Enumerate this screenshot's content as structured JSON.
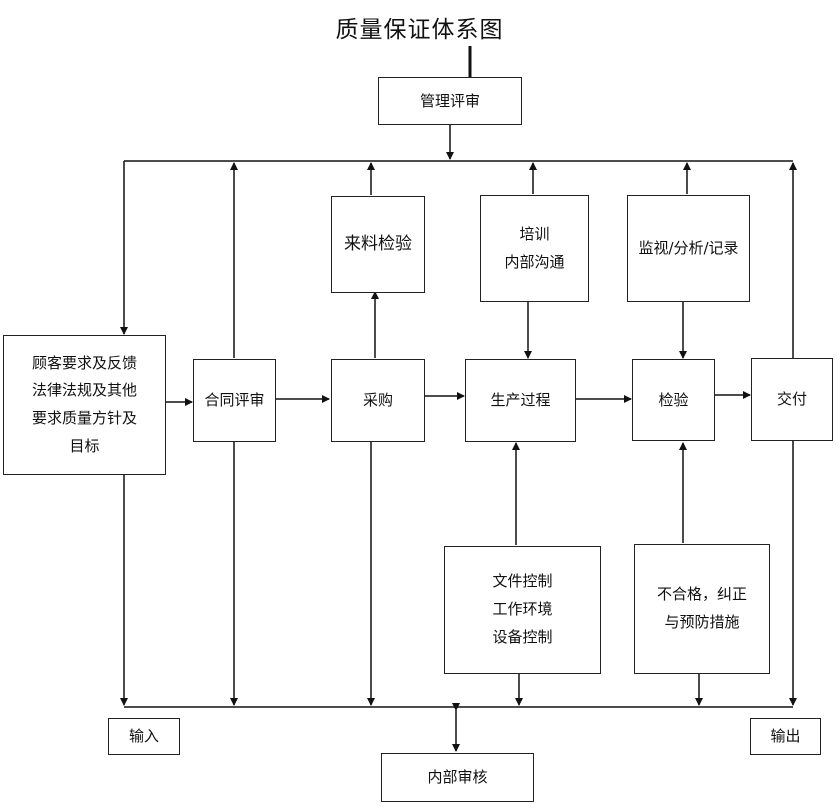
{
  "title": "质量保证体系图",
  "nodes": {
    "management_review": "管理评审",
    "customer_requirements": [
      "顾客要求及反馈",
      "法律法规及其他",
      "要求质量方针及",
      "目标"
    ],
    "contract_review": "合同评审",
    "incoming_inspection": "来料检验",
    "purchasing": "采购",
    "training": [
      "培训",
      "内部沟通"
    ],
    "production_process": "生产过程",
    "monitoring": "监视/分析/记录",
    "inspection": "检验",
    "delivery": "交付",
    "document_control": [
      "文件控制",
      "工作环境",
      "设备控制"
    ],
    "nonconformity": [
      "不合格，纠正",
      "与预防措施"
    ],
    "input": "输入",
    "output": "输出",
    "internal_audit": "内部审核"
  }
}
